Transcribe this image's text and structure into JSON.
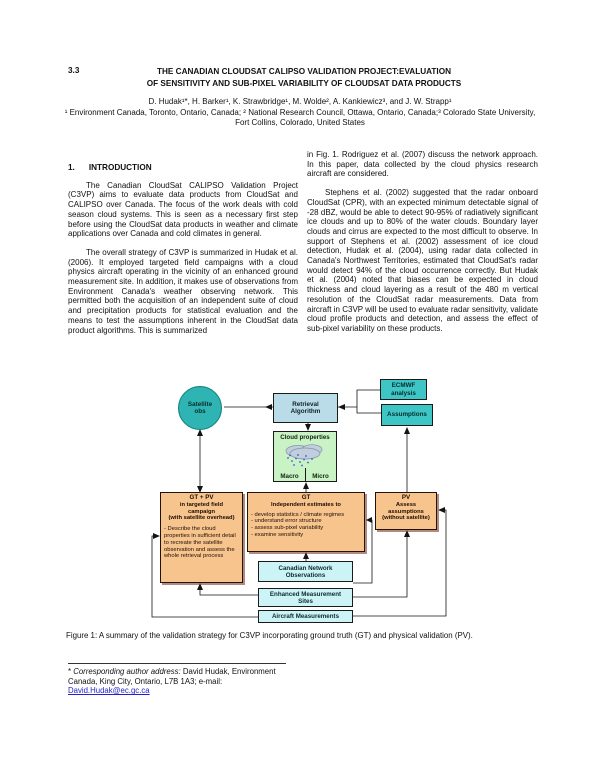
{
  "header": {
    "section_number": "3.3",
    "title_line1": "THE CANADIAN CLOUDSAT CALIPSO VALIDATION PROJECT:EVALUATION",
    "title_line2": "OF SENSITIVITY AND SUB-PIXEL VARIABILITY OF CLOUDSAT DATA PRODUCTS",
    "authors": "D. Hudak¹*, H. Barker¹, K. Strawbridge¹, M. Wolde², A. Kankiewicz³, and J. W. Strapp¹",
    "affiliations": "¹ Environment Canada, Toronto, Ontario, Canada; ² National Research Council, Ottawa, Ontario, Canada;³ Colorado State University, Fort Collins, Colorado, United States"
  },
  "introduction": {
    "heading_number": "1.",
    "heading_text": "INTRODUCTION",
    "col_left_p1": "The Canadian CloudSat CALIPSO Validation Project (C3VP) aims to evaluate data products from CloudSat and CALIPSO over Canada. The focus of the work deals with cold season cloud systems. This is seen as a necessary first step before using the CloudSat data products in weather and climate applications over Canada and cold climates in general.",
    "col_left_p2": "The overall strategy of C3VP is summarized in Hudak et al. (2006). It employed targeted field campaigns with a cloud physics aircraft operating in the vicinity of an enhanced ground measurement site. In addition, it makes use of observations from Environment Canada's weather observing network. This permitted both the acquisition of an independent suite of cloud and precipitation products for statistical evaluation and the means to test the assumptions inherent in the CloudSat data product algorithms. This is summarized",
    "col_right_p1": "in Fig. 1. Rodriguez et al. (2007) discuss the network approach. In this paper, data collected by the cloud physics research aircraft are considered.",
    "col_right_p2": "Stephens et al. (2002) suggested that the radar onboard CloudSat (CPR), with an expected minimum detectable signal of -28 dBZ, would be able to detect 90-95% of radiatively significant ice clouds and up to 80% of the water clouds. Boundary layer clouds and cirrus are expected to the most difficult to observe. In support of Stephens et al. (2002) assessment of ice cloud detection, Hudak et al. (2004), using radar data collected in Canada's Northwest Territories, estimated that CloudSat's radar would detect 94% of the cloud occurrence correctly. But Hudak et al. (2004) noted that biases can be expected in cloud thickness and cloud layering as a result of the 480 m vertical resolution of the CloudSat radar measurements. Data from aircraft in C3VP will be used to evaluate radar sensitivity, validate cloud profile products and detection, and assess the effect of sub-pixel variability on these products."
  },
  "figure": {
    "satellite_obs": "Satellite\nobs",
    "retrieval_algorithm": "Retrieval\nAlgorithm",
    "ecmwf_analysis": "ECMWF\nanalysis",
    "assumptions": "Assumptions",
    "cloud_properties": {
      "title": "Cloud properties",
      "macro": "Macro",
      "micro": "Micro"
    },
    "gt_pv": {
      "title": "GT + PV",
      "subtitle": "in targeted field\ncampaign\n(with satellite overhead)",
      "body": "- Describe the cloud properties in sufficient detail to recreate the satellite observation and assess the whole retrieval process"
    },
    "gt": {
      "title": "GT",
      "subtitle": "Independent estimates to",
      "bullets": [
        "- develop statistics / climate regimes",
        "- understand error structure",
        "- assess sub-pixel variability",
        "- examine sensitivity"
      ]
    },
    "pv": {
      "title": "PV",
      "body": "Assess\nassumptions\n(without satellite)"
    },
    "canadian_network": "Canadian Network\nObservations",
    "enhanced_sites": "Enhanced Measurement\nSites",
    "aircraft_measurements": "Aircraft Measurements",
    "caption": "Figure 1: A summary of the validation strategy for C3VP incorporating ground truth (GT) and physical validation (PV)."
  },
  "footnote": {
    "marker": "*",
    "label": "Corresponding author address:",
    "text": "David Hudak, Environment Canada, King City, Ontario, L7B 1A3; e-mail:",
    "email": "David.Hudak@ec.gc.ca"
  },
  "colors": {
    "teal_node": "#2fb4b4",
    "teal_box": "#3ec6c6",
    "blue_box": "#badce8",
    "green_box": "#c9f3c5",
    "orange_box": "#f8c48e",
    "cyan_box": "#ccf4f6",
    "link_blue": "#2222cc"
  }
}
